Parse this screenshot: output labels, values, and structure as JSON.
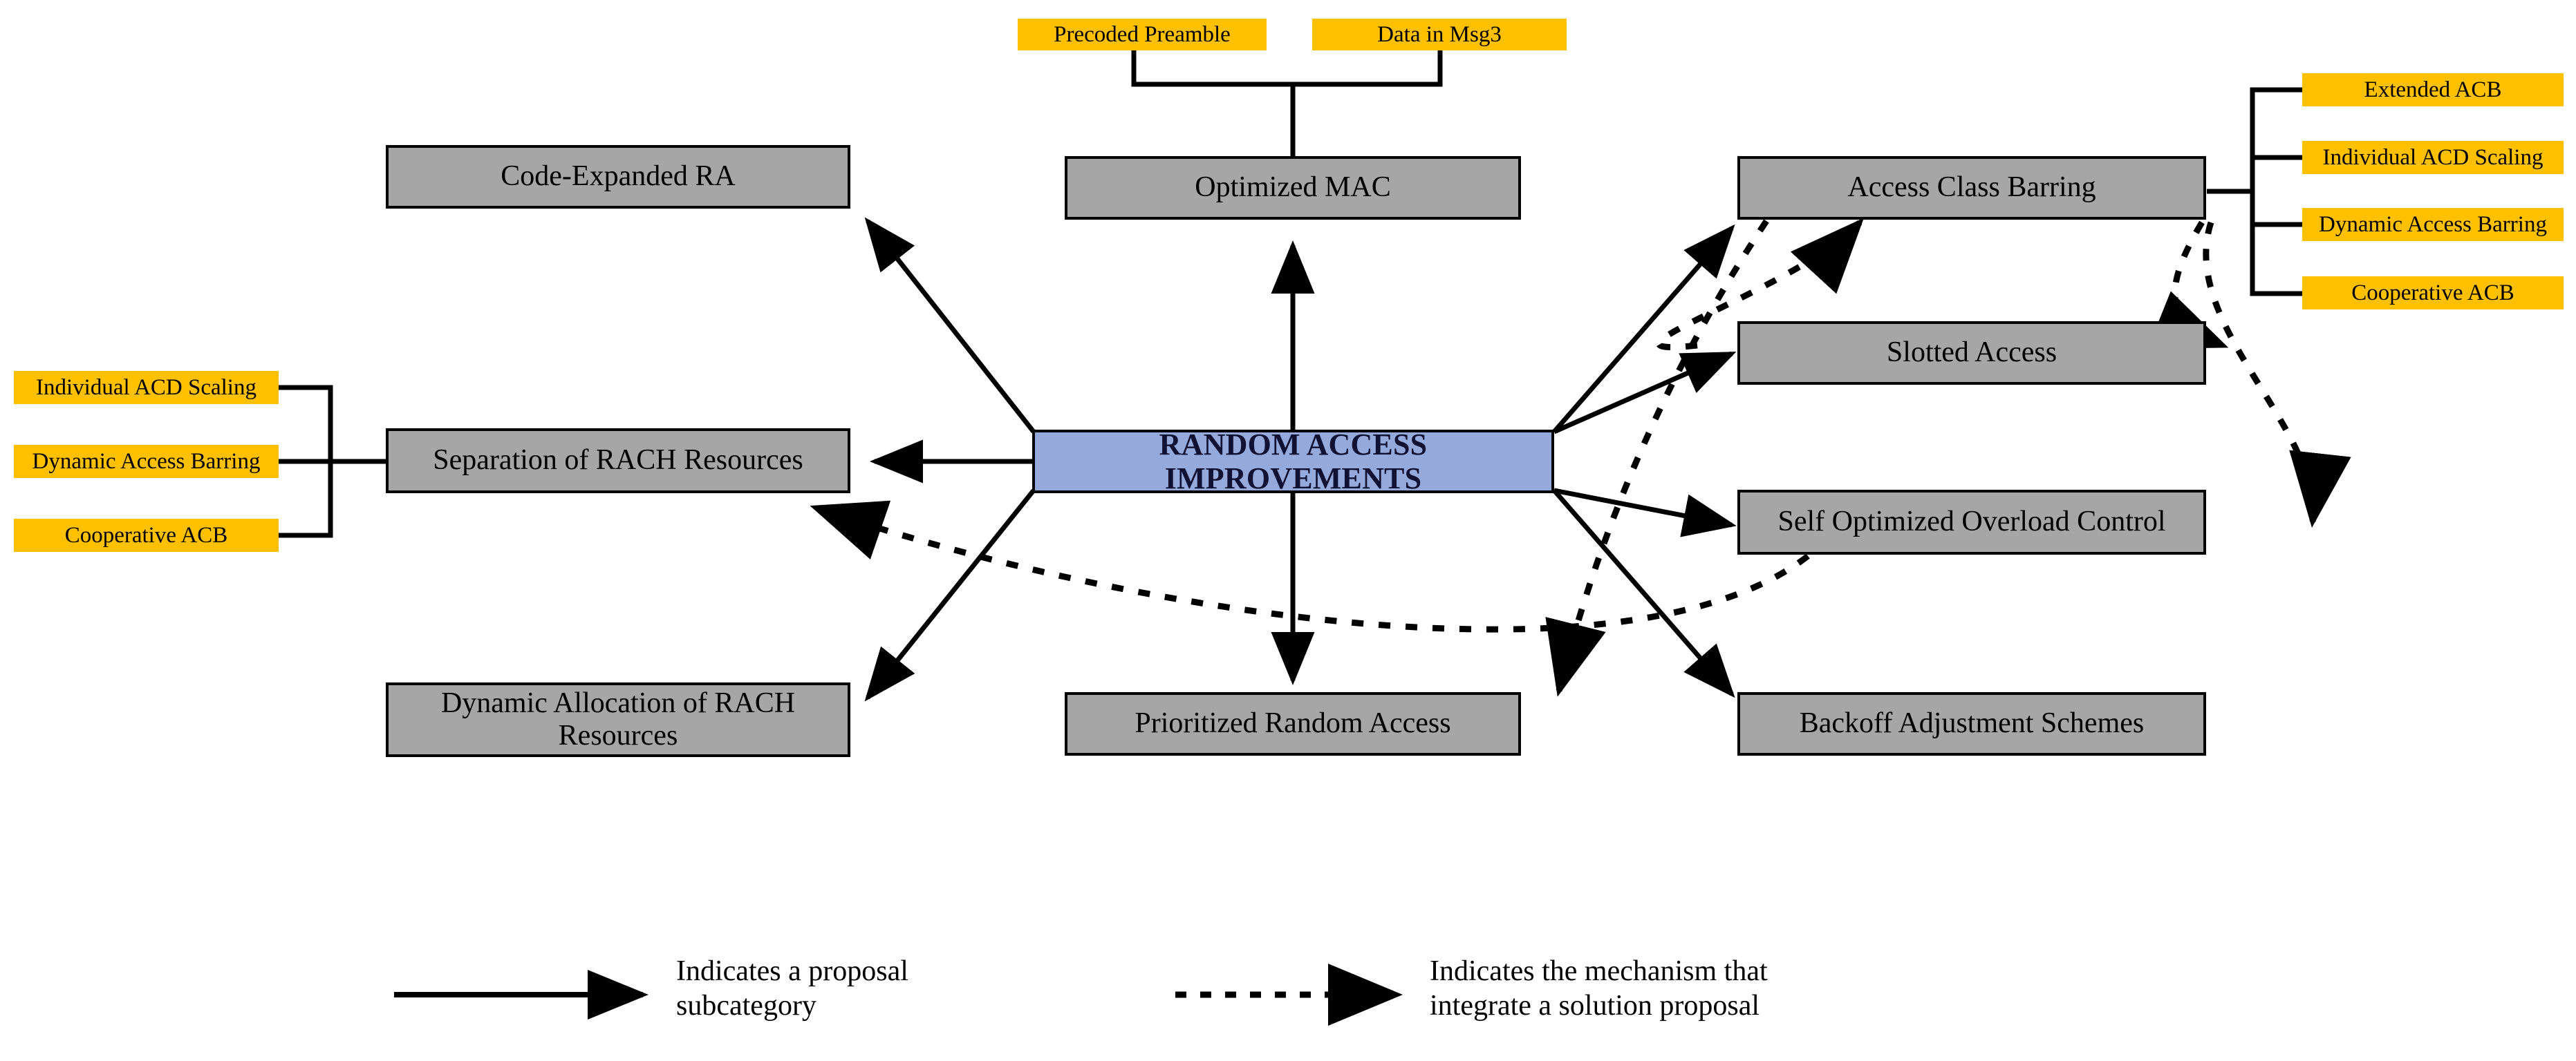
{
  "diagram": {
    "title": "RANDOM ACCESS IMPROVEMENTS",
    "colors": {
      "center_fill": "#95AADB",
      "category_fill": "#A6A6A6",
      "subcategory_fill": "#FFC000",
      "stroke": "#000000",
      "background": "#FFFFFF"
    }
  },
  "center": {
    "label": "RANDOM ACCESS IMPROVEMENTS"
  },
  "nodes": {
    "code_expanded_ra": "Code-Expanded RA",
    "optimized_mac": "Optimized MAC",
    "access_class_barring": "Access Class Barring",
    "separation_of_rach_resources": "Separation of RACH Resources",
    "slotted_access": "Slotted Access",
    "self_optimized_overload_control": "Self Optimized Overload Control",
    "dynamic_allocation_of_rach_resources": "Dynamic Allocation of RACH\nResources",
    "prioritized_random_access": "Prioritized Random Access",
    "backoff_adjustment_schemes": "Backoff Adjustment Schemes"
  },
  "mac_subitems": [
    {
      "id": "precoded-preamble",
      "label": "Precoded Preamble"
    },
    {
      "id": "data-in-msg3",
      "label": "Data in Msg3"
    }
  ],
  "separation_subitems": [
    {
      "id": "individual-acd-scaling-left",
      "label": "Individual ACD Scaling"
    },
    {
      "id": "dynamic-access-barring-left",
      "label": "Dynamic Access Barring"
    },
    {
      "id": "cooperative-acb-left",
      "label": "Cooperative ACB"
    }
  ],
  "acb_subitems": [
    {
      "id": "extended-acb",
      "label": "Extended ACB"
    },
    {
      "id": "individual-acd-scaling-right",
      "label": "Individual ACD Scaling"
    },
    {
      "id": "dynamic-access-barring-right",
      "label": "Dynamic Access Barring"
    },
    {
      "id": "cooperative-acb-right",
      "label": "Cooperative ACB"
    }
  ],
  "legend": {
    "solid": {
      "style": "solid-arrow",
      "text": "Indicates a proposal\nsubcategory"
    },
    "dashed": {
      "style": "dashed-arrow",
      "text": "Indicates the mechanism that\nintegrate a solution proposal"
    }
  }
}
